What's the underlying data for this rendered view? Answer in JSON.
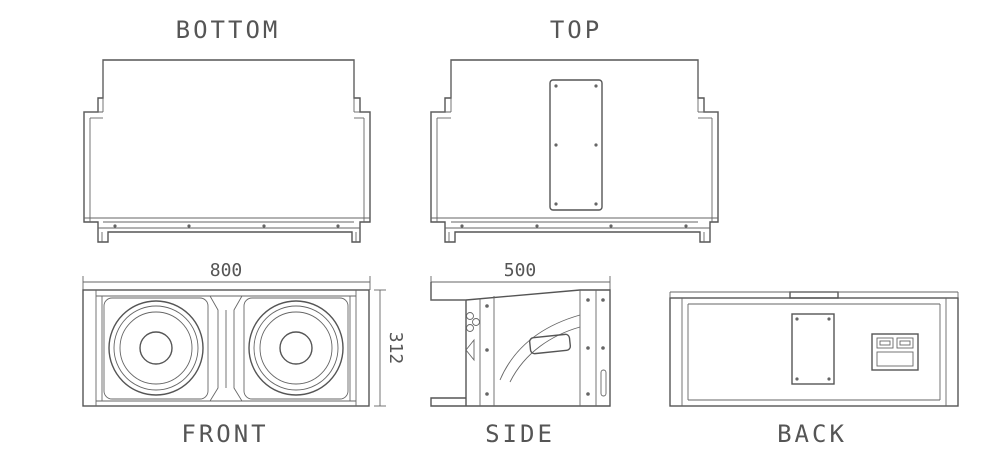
{
  "views": {
    "bottom": "BOTTOM",
    "top": "TOP",
    "front": "FRONT",
    "side": "SIDE",
    "back": "BACK"
  },
  "dimensions": {
    "width": "800",
    "depth": "500",
    "height": "312"
  }
}
